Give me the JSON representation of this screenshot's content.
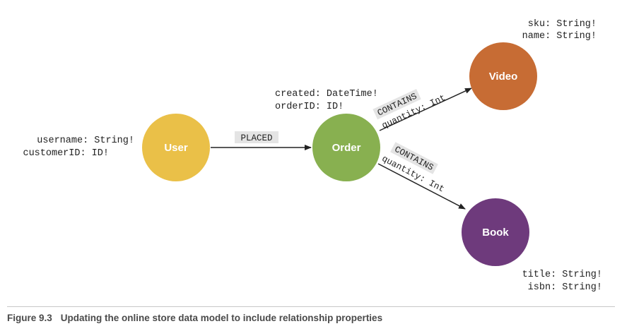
{
  "nodes": {
    "user": {
      "label": "User",
      "color": "#eac048",
      "props": [
        "username: String!",
        "customerID: ID!"
      ]
    },
    "order": {
      "label": "Order",
      "color": "#88b050",
      "props": [
        "created: DateTime!",
        "orderID: ID!"
      ]
    },
    "video": {
      "label": "Video",
      "color": "#c76c34",
      "props": [
        "sku: String!",
        "name: String!"
      ]
    },
    "book": {
      "label": "Book",
      "color": "#6e3a7c",
      "props": [
        "title: String!",
        "isbn: String!"
      ]
    }
  },
  "edges": {
    "placed": {
      "label": "PLACED"
    },
    "contains_video": {
      "label": "CONTAINS",
      "property": "quantity: Int"
    },
    "contains_book": {
      "label": "CONTAINS",
      "property": "quantity: Int"
    }
  },
  "caption": {
    "figure": "Figure 9.3",
    "text": "Updating the online store data model to include relationship properties"
  }
}
